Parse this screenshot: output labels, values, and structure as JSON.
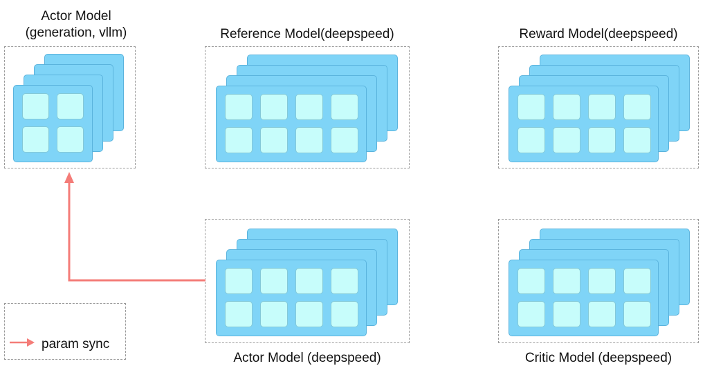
{
  "models": [
    {
      "id": "actor-vllm",
      "title_line1": "Actor Model",
      "title_line2": "(generation, vllm)"
    },
    {
      "id": "reference",
      "title": "Reference Model(deepspeed)"
    },
    {
      "id": "reward",
      "title": "Reward Model(deepspeed)"
    },
    {
      "id": "actor-ds",
      "title": "Actor Model (deepspeed)"
    },
    {
      "id": "critic",
      "title": "Critic Model (deepspeed)"
    }
  ],
  "legend": {
    "param_sync": "param sync"
  },
  "colors": {
    "card_fill": "#7fd4f7",
    "card_border": "#5ab3dd",
    "cell_fill": "#c7fdfb",
    "cell_border": "#84c9d8",
    "sync_arrow": "#f47c78",
    "dashed_border": "#9a9a9a"
  }
}
